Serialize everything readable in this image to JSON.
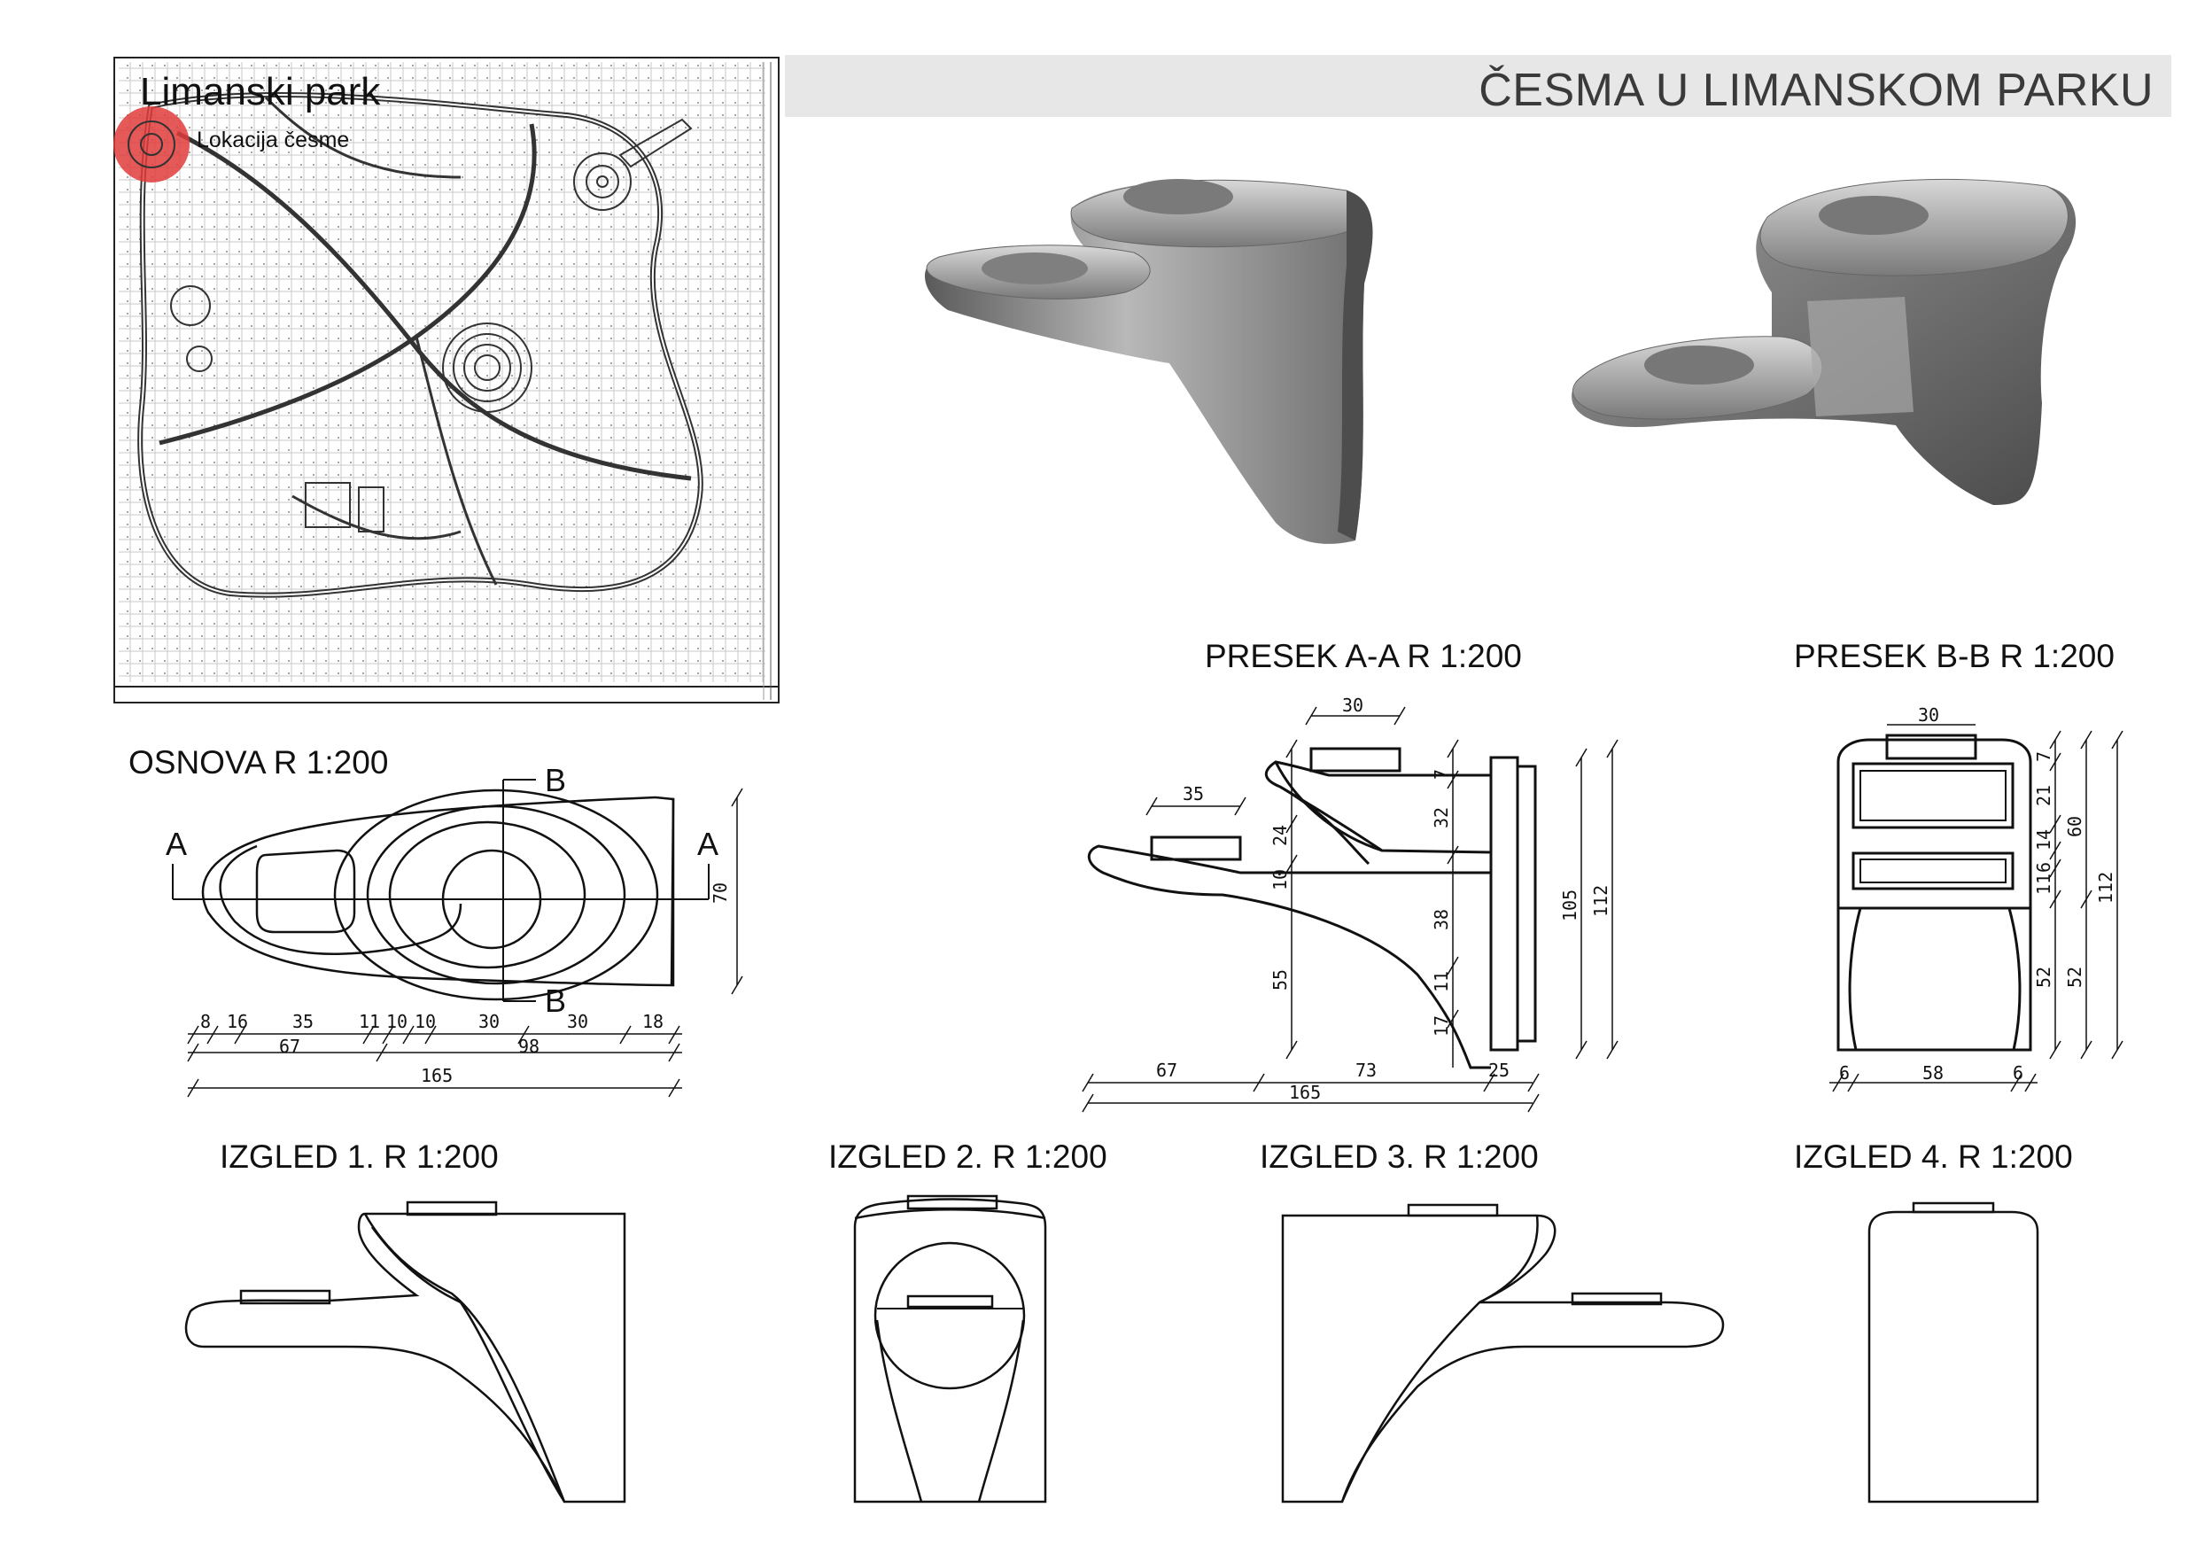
{
  "header": {
    "title": "ČESMA U LIMANSKOM PARKU"
  },
  "site_plan": {
    "park_name": "Limanski park",
    "location_label": "Lokacija česme"
  },
  "views": {
    "osnova": "OSNOVA  R 1:200",
    "presek_aa": "PRESEK A-A  R 1:200",
    "presek_bb": "PRESEK B-B R 1:200",
    "izgled1": "IZGLED 1.  R 1:200",
    "izgled2": "IZGLED 2.  R 1:200",
    "izgled3": "IZGLED 3.  R 1:200",
    "izgled4": "IZGLED 4.  R 1:200"
  },
  "section_marks": {
    "a_left": "A",
    "a_right": "A",
    "b_top": "B",
    "b_bottom": "B"
  },
  "osnova_dims": {
    "row1": [
      "8",
      "16",
      "35",
      "11",
      "10",
      "10",
      "30",
      "30",
      "18"
    ],
    "row2": [
      "67",
      "98"
    ],
    "row3": [
      "165"
    ],
    "height": "70"
  },
  "presek_aa_dims": {
    "top_basin": "30",
    "lower_basin": "35",
    "vertical_left": [
      "24",
      "10",
      "55"
    ],
    "vertical_mid": [
      "7",
      "32",
      "38",
      "11",
      "17"
    ],
    "height_inner": "105",
    "height_total": "112",
    "bottom_row": [
      "67",
      "73",
      "25"
    ],
    "bottom_total": "165"
  },
  "presek_bb_dims": {
    "top": "30",
    "right_a": [
      "7",
      "21",
      "14",
      "6",
      "11",
      "52"
    ],
    "right_b": [
      "60",
      "52"
    ],
    "right_total": "112",
    "bottom": [
      "6",
      "58",
      "6"
    ]
  }
}
